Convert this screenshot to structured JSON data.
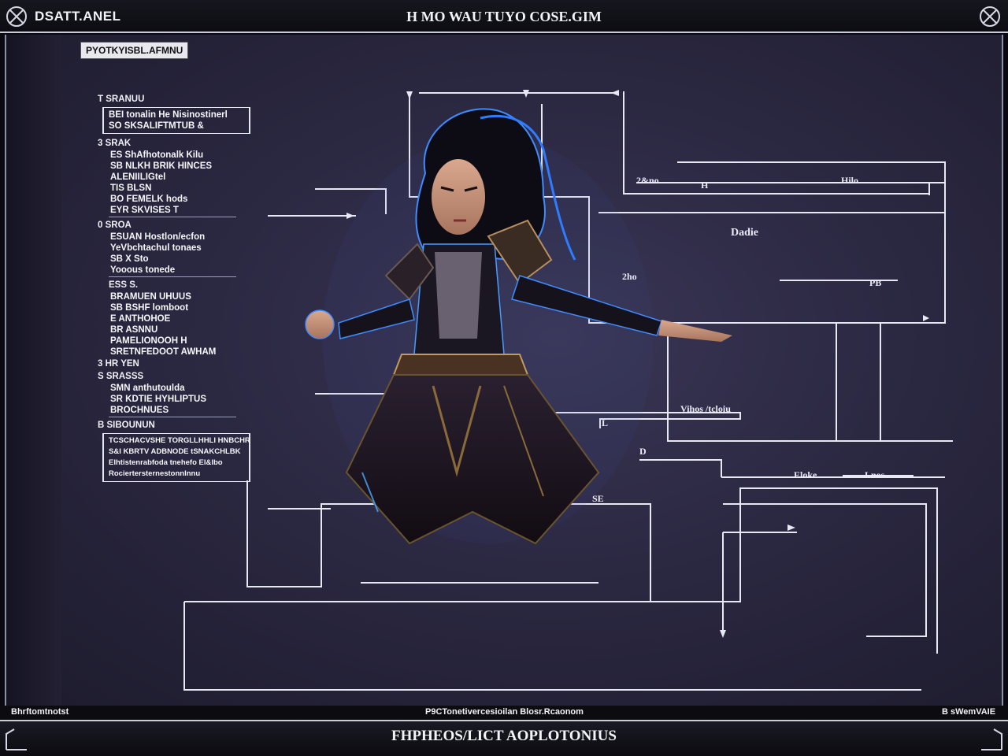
{
  "window": {
    "title_left": "DSATT.ANEL",
    "title_center": "H MO WAU TUYO COSE.GIM",
    "mode_tag": "PYOTKYISBL.AFMNU"
  },
  "stats": {
    "header": "T SRANUU",
    "sections": [
      {
        "label": "",
        "rows": [
          "BEI tonalin He Nisinostinerl",
          "SO SKSALIFTMTUB &"
        ]
      },
      {
        "label": "3 SRAK",
        "rows": [
          "ES ShAfhotonalk Kilu",
          "SB NLKH BRIK HINCES",
          "ALENIILIGtel",
          "TIS BLSN",
          "BO FEMELK hods",
          "EYR SKVISES T"
        ]
      },
      {
        "label": "0 SROA",
        "rows": [
          "ESUAN Hostlon/ecfon",
          "YeVbchtachul tonaes",
          "SB X Sto",
          "Yooous tonede"
        ]
      },
      {
        "label": "ESS S.",
        "rows": [
          "BRAMUEN UHUUS",
          "SB BSHF lomboot",
          "E ANTHOHOE",
          "BR ASNNU",
          "PAMELIONOOH H",
          "SRETNFEDOOT AWHAM"
        ]
      },
      {
        "label": "3 HR YEN",
        "rows": []
      },
      {
        "label": "S SRASSS",
        "rows": [
          "SMN anthutoulda",
          "SR KDTIE HYHLIPTUS",
          "BROCHNUES"
        ]
      },
      {
        "label": "B SIBOUNUN",
        "rows": [
          "TCSCHACVSHE TORGLLHHLI HNBCHR",
          "S&I KBRTV ADBNODE tSNAKCHLBK",
          "Elhtistenrabfoda tnehefo El&lbo",
          "Rociertersternestonnlnnu"
        ]
      }
    ]
  },
  "callouts": {
    "c1": "2&no",
    "c2": "H",
    "c3": "Hilo",
    "c4": "Dadie",
    "c5": "PB",
    "c6": "2ho",
    "c7": "Vihos /tcloiu",
    "c8": "L",
    "c9": "D",
    "c10": "Eloke",
    "c11": "Lnos",
    "c12": "SE"
  },
  "footer": {
    "status_left": "Bhrftomtnotst",
    "status_center": "P9CTonetivercesioilan  Blosr.Rcaonom",
    "status_right": "B sWemVAIE",
    "bottom_title": "FHPHEOS/LICT AOPLOTONIUS"
  },
  "colors": {
    "background": "#2b2842",
    "frame": "#c9ccd8",
    "schematic_line": "#e6e8f2",
    "glow": "#4aa8ff"
  }
}
